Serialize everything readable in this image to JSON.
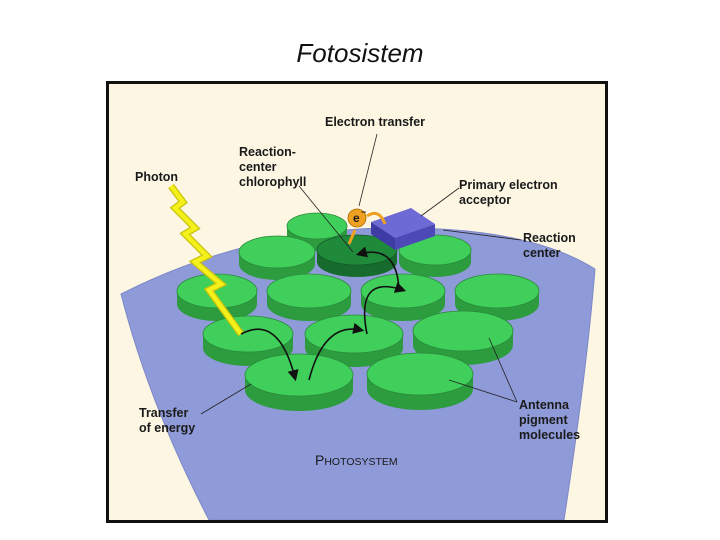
{
  "slide": {
    "title": "Fotosistem"
  },
  "diagram": {
    "labels": {
      "electron_transfer": "Electron transfer",
      "reaction_center_chlorophyll": [
        "Reaction-",
        "center",
        "chlorophyll"
      ],
      "photon": "Photon",
      "primary_electron_acceptor": [
        "Primary electron",
        "acceptor"
      ],
      "reaction_center": [
        "Reaction",
        "center"
      ],
      "transfer_of_energy": [
        "Transfer",
        "of energy"
      ],
      "antenna_pigment_molecules": [
        "Antenna",
        "pigment",
        "molecules"
      ],
      "photosystem_first": "P",
      "photosystem_rest": "HOTOSYSTEM",
      "electron_symbol": "e",
      "electron_charge": "−"
    },
    "colors": {
      "background": "#fdf6e3",
      "membrane": "#8f9ad8",
      "pigment_top": "#3fcf5a",
      "pigment_side": "#2c9c3f",
      "reaction_center_top": "#1f8a3a",
      "acceptor": "#5b57c8",
      "photon": "#f3f01a",
      "electron": "#f0a020"
    }
  }
}
